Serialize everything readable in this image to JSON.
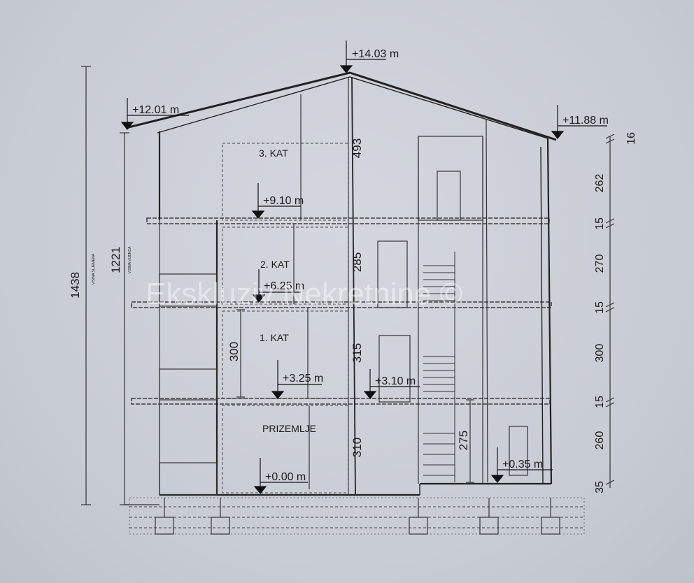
{
  "elevations": {
    "ridge": "+14.03 m",
    "eave_left": "+12.01 m",
    "eave_right": "+11.88 m",
    "floor3": "+9.10 m",
    "floor2": "+6.25 m",
    "floor1": "+3.25 m",
    "floor1_mid": "+3.10 m",
    "ground": "+0.00 m",
    "ground_right": "+0.35 m"
  },
  "floors": {
    "kat3": "3. KAT",
    "kat2": "2. KAT",
    "kat1": "1. KAT",
    "prizemlje": "PRIZEMLJE"
  },
  "dims_left": {
    "total": "1438",
    "total_caption": "VISINA SLJEMENA",
    "eave": "1221",
    "eave_caption": "VISINA VIJENCA"
  },
  "dims_center": {
    "roof": "493",
    "kat2": "285",
    "kat1": "315",
    "ground": "310",
    "ground_left": "300",
    "ground_right": "275"
  },
  "dims_right": [
    "16",
    "262",
    "15",
    "270",
    "15",
    "300",
    "15",
    "260",
    "35"
  ],
  "watermark": "Ekskluziv Nekretnine ©"
}
